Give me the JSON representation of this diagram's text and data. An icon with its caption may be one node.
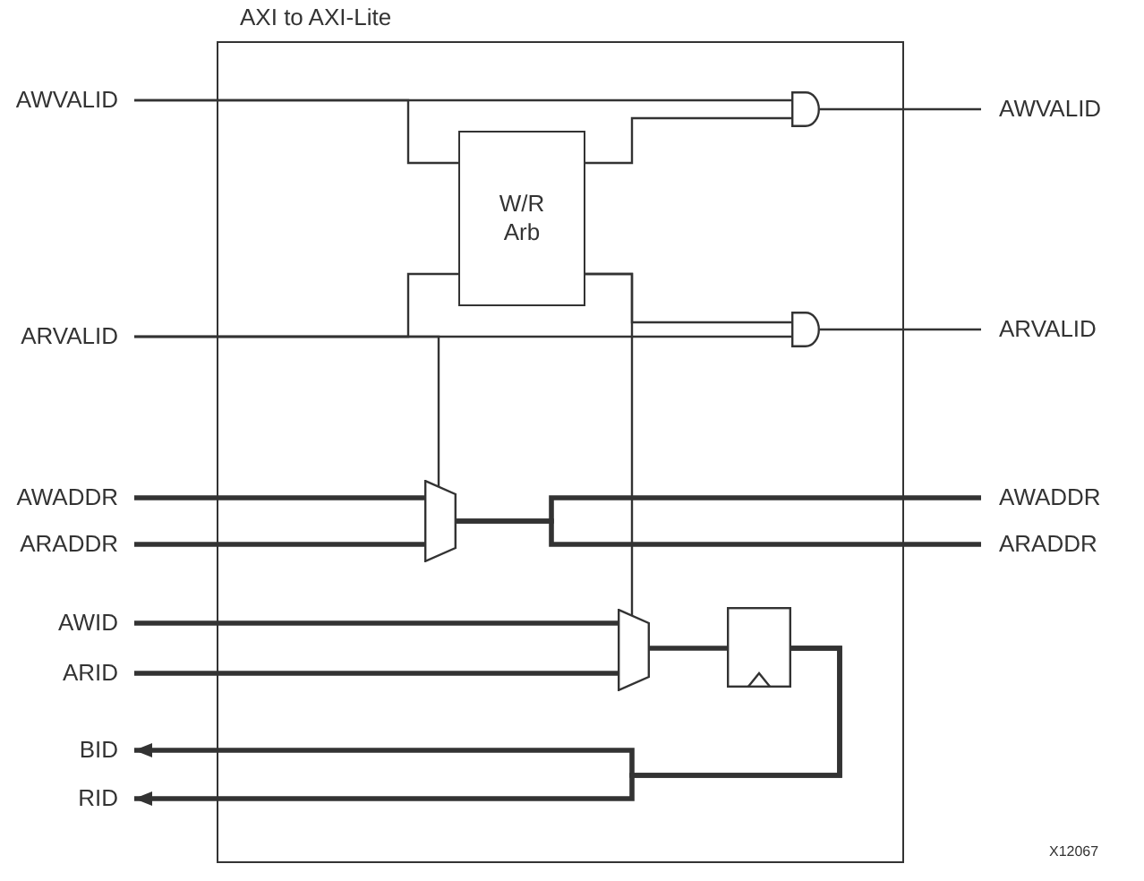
{
  "diagram": {
    "nodes": [
      {
        "text": [
          "AXI to AXI-Lite"
        ]
      },
      {
        "text": [
          "AWVALID"
        ]
      },
      {
        "text": [
          "ARVALID"
        ]
      },
      {
        "text": [
          "AWADDR"
        ]
      },
      {
        "text": [
          "ARADDR"
        ]
      },
      {
        "text": [
          "AWID"
        ]
      },
      {
        "text": [
          "ARID"
        ]
      },
      {
        "text": [
          "BID"
        ]
      },
      {
        "text": [
          "RID"
        ]
      },
      {
        "text": [
          "W/R Arb"
        ],
        "in": 0
      },
      {
        "text": [],
        "shape": "gate",
        "in": 0
      },
      {
        "text": [],
        "shape": "gate",
        "in": 0
      },
      {
        "text": [],
        "shape": "trapezoid",
        "in": 0
      },
      {
        "text": [],
        "shape": "trapezoid",
        "in": 0
      },
      {
        "text": [],
        "shape": "box",
        "in": 0
      },
      {
        "text": [
          "AWVALID"
        ]
      },
      {
        "text": [
          "ARVALID"
        ]
      },
      {
        "text": [
          "AWADDR"
        ]
      },
      {
        "text": [
          "ARADDR"
        ]
      }
    ],
    "edges": [
      {
        "from": 1,
        "to": 10,
        "arrow": "none"
      },
      {
        "from": 1,
        "to": 9,
        "arrow": "none"
      },
      {
        "from": 9,
        "to": 10,
        "arrow": "none"
      },
      {
        "from": 2,
        "to": 11,
        "arrow": "none"
      },
      {
        "from": 2,
        "to": 9,
        "arrow": "none"
      },
      {
        "from": 9,
        "to": 11,
        "arrow": "none"
      },
      {
        "from": 2,
        "to": 12,
        "arrow": "none"
      },
      {
        "from": 9,
        "to": 13,
        "arrow": "none"
      },
      {
        "from": 10,
        "to": 15,
        "arrow": "none"
      },
      {
        "from": 11,
        "to": 16,
        "arrow": "none"
      },
      {
        "from": 3,
        "to": 12,
        "arrow": "none",
        "style": "thick"
      },
      {
        "from": 4,
        "to": 12,
        "arrow": "none",
        "style": "thick"
      },
      {
        "from": 12,
        "to": 17,
        "arrow": "none",
        "style": "thick"
      },
      {
        "from": 12,
        "to": 18,
        "arrow": "none",
        "style": "thick"
      },
      {
        "from": 5,
        "to": 13,
        "arrow": "none",
        "style": "thick"
      },
      {
        "from": 6,
        "to": 13,
        "arrow": "none",
        "style": "thick"
      },
      {
        "from": 13,
        "to": 14,
        "arrow": "none",
        "style": "thick"
      },
      {
        "from": 14,
        "to": 7,
        "arrow": "to",
        "style": "thick"
      },
      {
        "from": 14,
        "to": 8,
        "arrow": "to",
        "style": "thick"
      }
    ],
    "labels": [
      "X12067"
    ]
  }
}
